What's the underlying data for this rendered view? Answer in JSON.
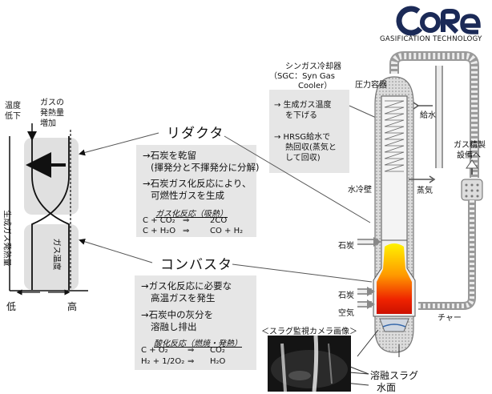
{
  "logo": {
    "mark": "CoRe",
    "subtitle": "GASIFICATION TECHNOLOGY"
  },
  "chart": {
    "temp_low": "温度\n低下",
    "heat_increase": "ガスの\n発熱量\n増加",
    "y_axis": "生成ガス発熱量",
    "gas_temp": "ガス温度",
    "x_low": "低",
    "x_high": "高"
  },
  "reductor": {
    "title": "リダクタ",
    "line1": "→石炭を乾留",
    "line2": "(揮発分と不揮発分に分解)",
    "line3": "→石炭ガス化反応により、",
    "line4": "可燃性ガスを生成",
    "reaction_title": "ガス化反応（吸熱）",
    "r1a": "C + CO₂",
    "r1arrow": "⇒",
    "r1b": "2CO",
    "r2a": "C + H₂O",
    "r2arrow": "⇒",
    "r2b": "CO + H₂"
  },
  "combustor": {
    "title": "コンバスタ",
    "line1": "→ガス化反応に必要な",
    "line2": "高温ガスを発生",
    "line3": "→石炭中の灰分を",
    "line4": "溶融し排出",
    "reaction_title": "酸化反応（燃焼・発熱）",
    "r1a": "C + O₂",
    "r1arrow": "⇒",
    "r1b": "CO₂",
    "r2a": "H₂ + 1/2O₂",
    "r2arrow": "⇒",
    "r2b": "H₂O"
  },
  "sgc": {
    "title1": "シンガス冷却器",
    "title2": "（SGC：Syn Gas",
    "title3": "Cooler）",
    "p1a": "→ 生成ガス温度",
    "p1b": "を下げる",
    "p2a": "→ HRSG給水で",
    "p2b": "熱回収(蒸気と",
    "p2c": "して回収)"
  },
  "labels": {
    "pressure_vessel": "圧力容器",
    "feed_water": "給水",
    "steam": "蒸気",
    "water_wall": "水冷壁",
    "coal1": "石炭",
    "coal2": "石炭",
    "air": "空気",
    "char": "チャー",
    "gas_refining": "ガス精製",
    "gas_refining2": "設備へ",
    "camera": "＜スラグ監視カメラ画像＞",
    "molten_slag": "溶融スラグ",
    "water_surface": "水面"
  }
}
